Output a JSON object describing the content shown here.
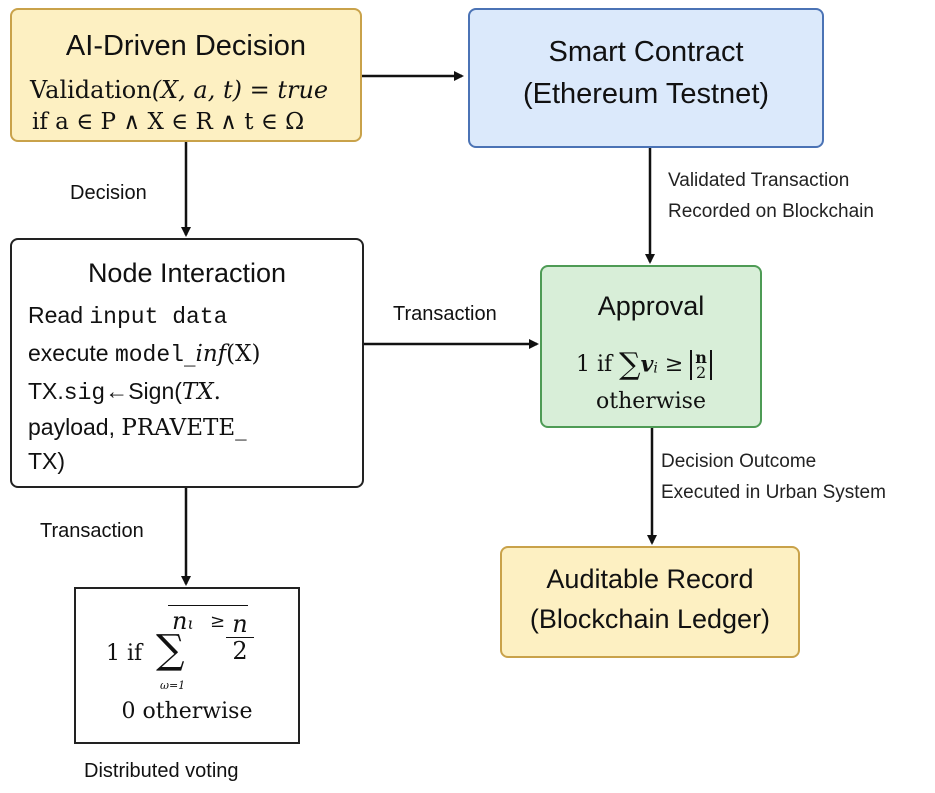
{
  "nodes": {
    "ai": {
      "title": "AI-Driven Decision",
      "line1_fn": "Validation",
      "line1_args": "(X, a, t)",
      "line1_eq": " = ",
      "line1_val": "true",
      "line2": "if a ∈ P ∧ X ∈ R ∧ t ∈ Ω",
      "fill": "#fdf0c2",
      "border": "#c9a24a"
    },
    "smart": {
      "title": "Smart Contract",
      "subtitle": "(Ethereum Testnet)",
      "fill": "#dbe9fb",
      "border": "#4b73b5"
    },
    "node": {
      "title": "Node Interaction",
      "l1a": "Read ",
      "l1b": "input data",
      "l2a": "execute ",
      "l2b": "model",
      "l2c": "_inf",
      "l2d": "(X)",
      "l3a": "TX.",
      "l3b": "sig",
      "l3c": "←Sign(",
      "l3d": "TX",
      "l3e": ".",
      "l4a": "payload, ",
      "l4b": "PRAVETE_",
      "l5": "TX)",
      "fill": "#ffffff",
      "border": "#222222"
    },
    "approval": {
      "title": "Approval",
      "f_pre": "1 if ",
      "f_sum": "∑",
      "f_var": "v",
      "f_sub": "i",
      "f_ge": " ≥ ",
      "f_num": "n",
      "f_den": "2",
      "f_otherwise": "otherwise",
      "fill": "#d8eed8",
      "border": "#4e9b55"
    },
    "audit": {
      "title": "Auditable Record",
      "subtitle": "(Blockchain Ledger)",
      "fill": "#fdf0c2",
      "border": "#c9a24a"
    },
    "voting": {
      "f_pre": "1 if",
      "f_sum": "∑",
      "f_top": "n",
      "f_topsub": "ι",
      "f_ge": "≥",
      "f_num": "n",
      "f_den": "2",
      "f_lower": "ω=1",
      "f_otherwise": "0 otherwise",
      "caption": "Distributed voting",
      "fill": "#ffffff",
      "border": "#222222"
    }
  },
  "edges": {
    "decision": "Decision",
    "validated_l1": "Validated Transaction",
    "validated_l2": "Recorded on Blockchain",
    "transaction_right": "Transaction",
    "outcome_l1": "Decision Outcome",
    "outcome_l2": "Executed in Urban System",
    "transaction_down": "Transaction"
  }
}
